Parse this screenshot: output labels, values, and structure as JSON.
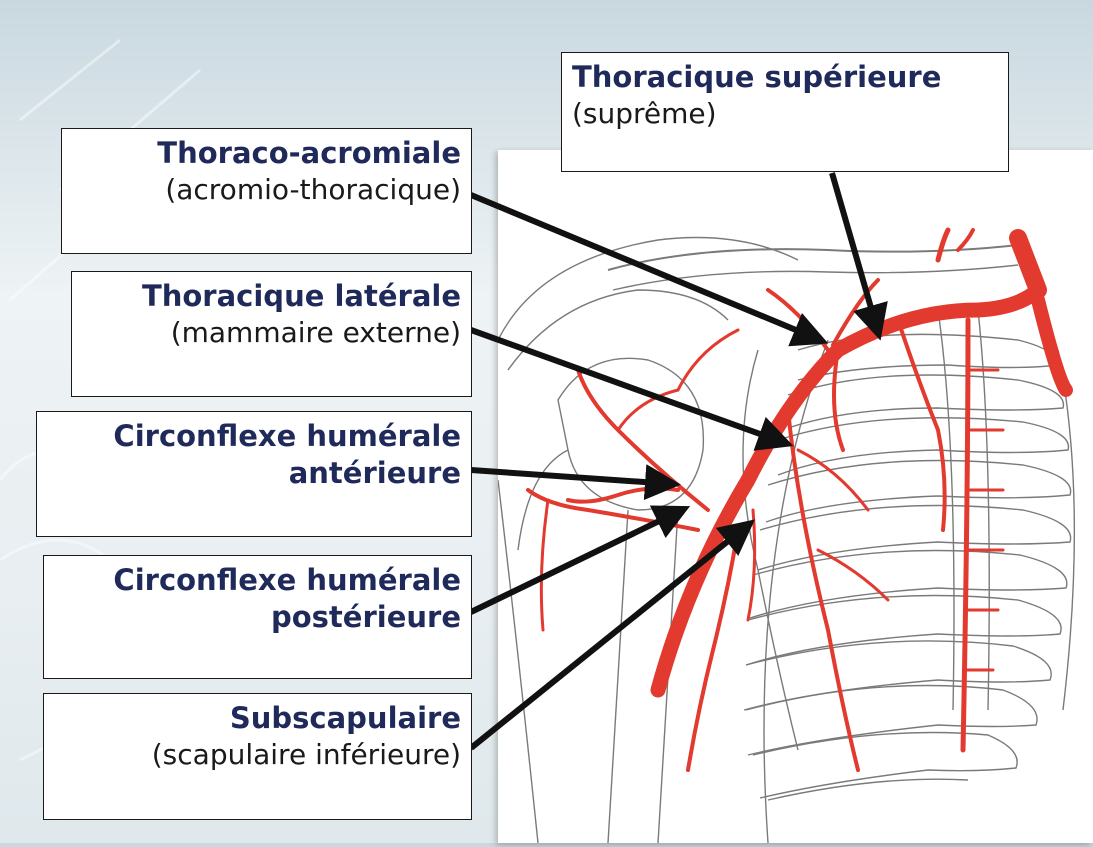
{
  "colors": {
    "label_title": "#1f2a5a",
    "label_sub": "#1a1a1a",
    "artery": "#e23a2e",
    "arrow": "#111111"
  },
  "labels": {
    "thoracique_superieure": {
      "title": "Thoracique supérieure",
      "sub": "(suprême)"
    },
    "thoraco_acromiale": {
      "title": "Thoraco-acromiale",
      "sub": "(acromio-thoracique)"
    },
    "thoracique_laterale": {
      "title": "Thoracique latérale",
      "sub": "(mammaire externe)"
    },
    "circonflexe_anterieure": {
      "title_line1": "Circonflexe humérale",
      "title_line2": "antérieure"
    },
    "circonflexe_posterieure": {
      "title_line1": "Circonflexe humérale",
      "title_line2": "postérieure"
    },
    "subscapulaire": {
      "title": "Subscapulaire",
      "sub": "(scapulaire inférieure)"
    }
  },
  "icons": [
    "thorax-artery-illustration"
  ]
}
